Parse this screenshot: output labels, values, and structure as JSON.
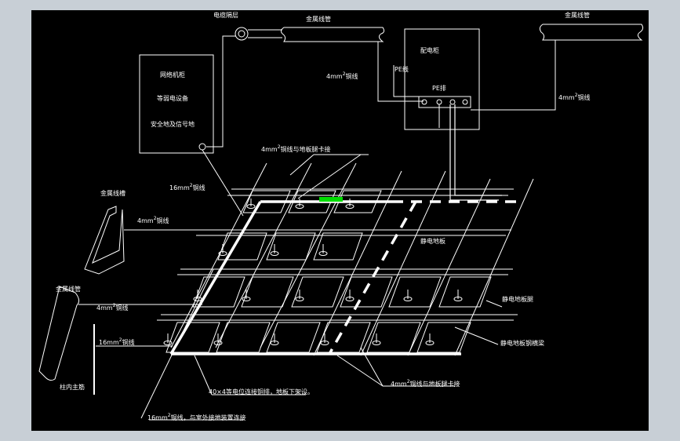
{
  "colors": {
    "background": "#000000",
    "line": "#ffffff",
    "highlight": "#00dd00",
    "page": "#c8cfd6"
  },
  "labels": {
    "cable_sheath": "电缆隔层",
    "metal_conduit_top": "金属线管",
    "metal_conduit_right": "金属线管",
    "panel": "配电柜",
    "pe_wire": "PE线",
    "pe_bar": "PE排",
    "cabinet_line1": "网络机柜",
    "cabinet_line2": "等弱电设备",
    "cabinet_line3": "安全地及信号地",
    "wire_4mm_top": {
      "prefix": "4mm",
      "sup": "2",
      "suffix": "铜线"
    },
    "wire_4mm_right": {
      "prefix": "4mm",
      "sup": "2",
      "suffix": "铜线"
    },
    "wire_4mm_clamp_top": {
      "prefix": "4mm",
      "sup": "2",
      "suffix": "铜线与地板腿卡接"
    },
    "wire_16mm": {
      "prefix": "16mm",
      "sup": "2",
      "suffix": "铜线"
    },
    "metal_trunking": "金属线槽",
    "wire_4mm_trunking": {
      "prefix": "4mm",
      "sup": "2",
      "suffix": "铜线"
    },
    "antistatic_floor": "静电地板",
    "metal_conduit_left": "金属线管",
    "wire_4mm_left": {
      "prefix": "4mm",
      "sup": "2",
      "suffix": "铜线"
    },
    "floor_leg": "静电地板腿",
    "wire_16mm_left": {
      "prefix": "16mm",
      "sup": "2",
      "suffix": "铜线"
    },
    "floor_beam": "静电地板钢横梁",
    "wire_4mm_clamp_bottom": {
      "prefix": "4mm",
      "sup": "2",
      "suffix": "铜线与地板腿卡接"
    },
    "column_rebar": "柱内主筋",
    "copper_strip": "40×4等电位连接铜排，地板下架设。",
    "wire_16mm_outdoor": {
      "prefix": "16mm",
      "sup": "2",
      "suffix": "铜线，与室外接地装置连接"
    }
  }
}
